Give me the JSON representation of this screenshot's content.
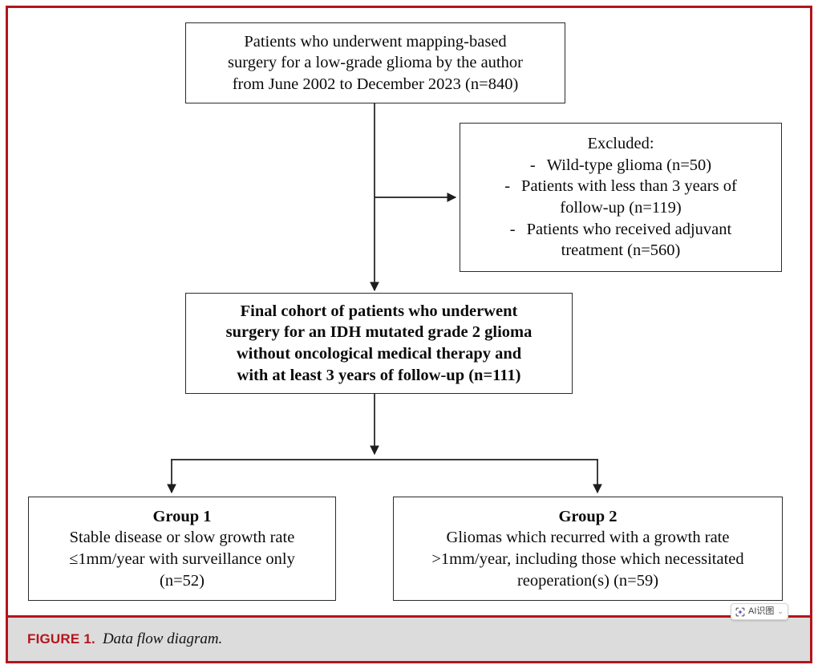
{
  "figure": {
    "caption_label": "FIGURE 1.",
    "caption_text": "Data flow diagram.",
    "frame_color": "#b4151c",
    "caption_band_color": "#dcdcdc"
  },
  "diagram": {
    "type": "flowchart",
    "title": "Data flow diagram",
    "nodes": {
      "source": {
        "lines": [
          "Patients who underwent mapping-based",
          "surgery for a low-grade glioma by the author",
          "from June 2002 to December 2023 (n=840)"
        ],
        "n": 840
      },
      "excluded": {
        "heading": "Excluded:",
        "items": [
          "Wild-type glioma (n=50)",
          "Patients with less than 3 years of follow-up (n=119)",
          "Patients who received adjuvant treatment (n=560)"
        ],
        "item_lines": [
          [
            "Wild-type glioma (n=50)"
          ],
          [
            "Patients with less than 3 years of",
            "follow-up (n=119)"
          ],
          [
            "Patients who received adjuvant",
            "treatment (n=560)"
          ]
        ],
        "bullet": "-",
        "counts": [
          50,
          119,
          560
        ]
      },
      "cohort": {
        "lines": [
          "Final cohort of patients who underwent",
          "surgery for an IDH mutated grade 2 glioma",
          "without oncological medical therapy and",
          "with at least 3 years of follow-up (n=111)"
        ],
        "n": 111,
        "bold": true
      },
      "group1": {
        "heading": "Group 1",
        "lines": [
          "Stable disease or slow growth rate",
          "≤1mm/year with surveillance only",
          "(n=52)"
        ],
        "n": 52
      },
      "group2": {
        "heading": "Group 2",
        "lines": [
          "Gliomas which recurred with a growth rate",
          ">1mm/year, including those which necessitated",
          "reoperation(s) (n=59)"
        ],
        "n": 59
      }
    }
  },
  "ai_widget": {
    "label": "AI识图",
    "chevron": "⌄",
    "icon_color": "#7a4fd6"
  }
}
